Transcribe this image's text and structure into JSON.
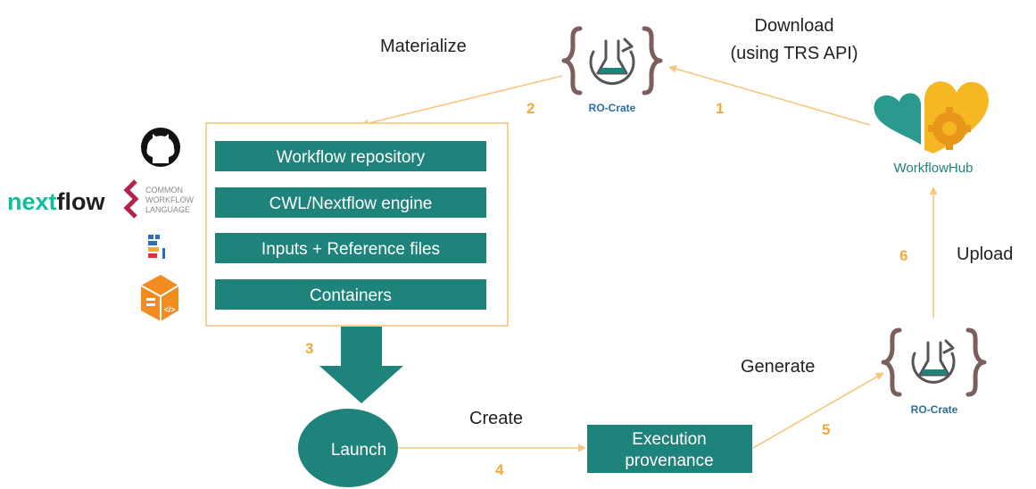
{
  "labels": {
    "materialize": "Materialize",
    "download_line1": "Download",
    "download_line2": "(using TRS API)",
    "upload": "Upload",
    "generate": "Generate",
    "create": "Create"
  },
  "steps": {
    "s1": "1",
    "s2": "2",
    "s3": "3",
    "s4": "4",
    "s5": "5",
    "s6": "6"
  },
  "ro_crate": {
    "top_label": "RO-Crate",
    "bottom_label": "RO-Crate"
  },
  "workflowhub": {
    "name": "WorkflowHub"
  },
  "materialized_box": {
    "items": [
      "Workflow repository",
      "CWL/Nextflow engine",
      "Inputs + Reference files",
      "Containers"
    ]
  },
  "launch": {
    "label": "Launch"
  },
  "execution_provenance": {
    "line1": "Execution",
    "line2": "provenance"
  },
  "logos": {
    "nextflow_part1": "next",
    "nextflow_part2": "flow",
    "cwl_line1": "COMMON",
    "cwl_line2": "WORKFLOW",
    "cwl_line3": "LANGUAGE"
  },
  "colors": {
    "teal": "#1e837b",
    "orange_line": "#f5c67e",
    "orange_number": "#f2a93b",
    "crate_bracket": "#7a5f5c",
    "wfhub_teal": "#2a9a8e",
    "wfhub_yellow": "#f5b823",
    "nextflow_green": "#0dc09d"
  }
}
